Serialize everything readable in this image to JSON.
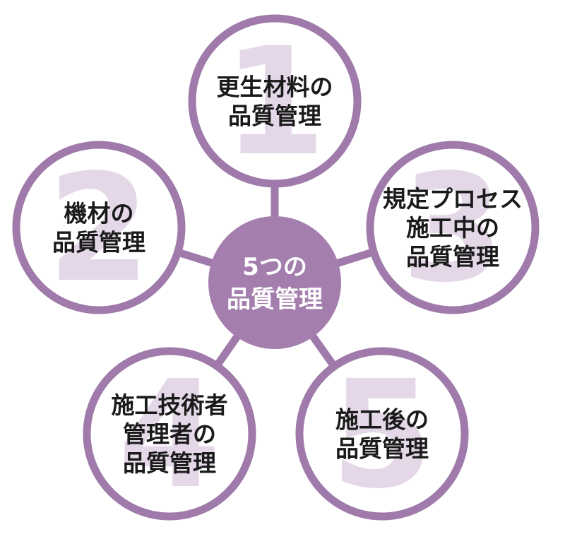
{
  "colors": {
    "ring": "#9f7aaa",
    "hub_fill": "#a47fae",
    "connector": "#9f7aaa",
    "number_watermark": "#e4d8e8",
    "node_fill": "#ffffff"
  },
  "hub": {
    "lines": [
      "5つの",
      "品質管理"
    ]
  },
  "nodes": [
    {
      "number": "1",
      "lines": [
        "更生材料の",
        "品質管理"
      ]
    },
    {
      "number": "2",
      "lines": [
        "機材の",
        "品質管理"
      ]
    },
    {
      "number": "3",
      "lines": [
        "規定プロセス",
        "施工中の",
        "品質管理"
      ]
    },
    {
      "number": "4",
      "lines": [
        "施工技術者",
        "管理者の",
        "品質管理"
      ]
    },
    {
      "number": "5",
      "lines": [
        "施工後の",
        "品質管理"
      ]
    }
  ]
}
